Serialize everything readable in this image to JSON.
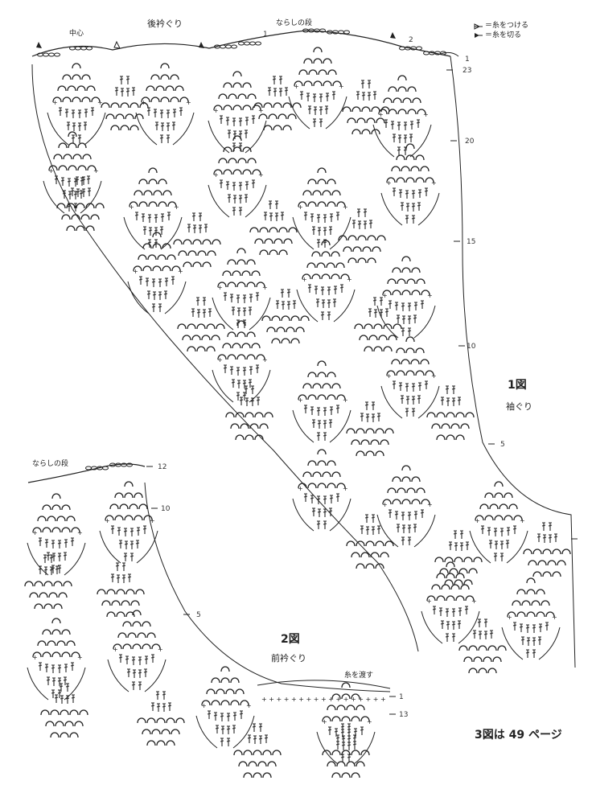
{
  "figure1": {
    "title": "1図",
    "sleeve_label": "袖ぐり",
    "back_neck_label": "後衿ぐり",
    "center_label": "中心",
    "leveling_row_label": "ならしの段",
    "legend": {
      "attach_yarn": "＝糸をつける",
      "cut_yarn": "＝糸を切る"
    },
    "row_markers": [
      "1",
      "2",
      "23",
      "20",
      "15",
      "10",
      "5",
      "1"
    ]
  },
  "figure2": {
    "title": "2図",
    "front_neck_label": "前衿ぐり",
    "leveling_row_label": "ならしの段",
    "pass_yarn_label": "糸を渡す",
    "row_markers": [
      "12",
      "10",
      "5",
      "1",
      "13"
    ]
  },
  "footer_note": "3図は 49 ページ",
  "colors": {
    "ink": "#222222",
    "background": "#ffffff"
  }
}
